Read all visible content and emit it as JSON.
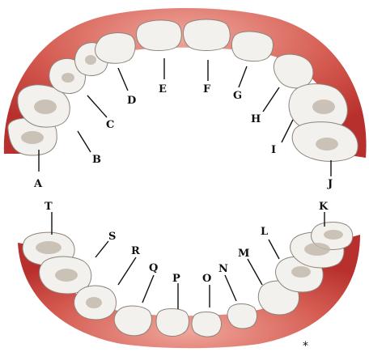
{
  "diagram": {
    "labels": {
      "A": "A",
      "B": "B",
      "C": "C",
      "D": "D",
      "E": "E",
      "F": "F",
      "G": "G",
      "H": "H",
      "I": "I",
      "J": "J",
      "K": "K",
      "L": "L",
      "M": "M",
      "N": "N",
      "O": "O",
      "P": "P",
      "Q": "Q",
      "R": "R",
      "S": "S",
      "T": "T"
    },
    "footnote_mark": "*"
  },
  "colors": {
    "gum": "#c9423f",
    "gum_light": "#e58c82",
    "tooth": "#f2f1ee",
    "tooth_shadow": "#bcb2a6",
    "outline": "#111111"
  }
}
